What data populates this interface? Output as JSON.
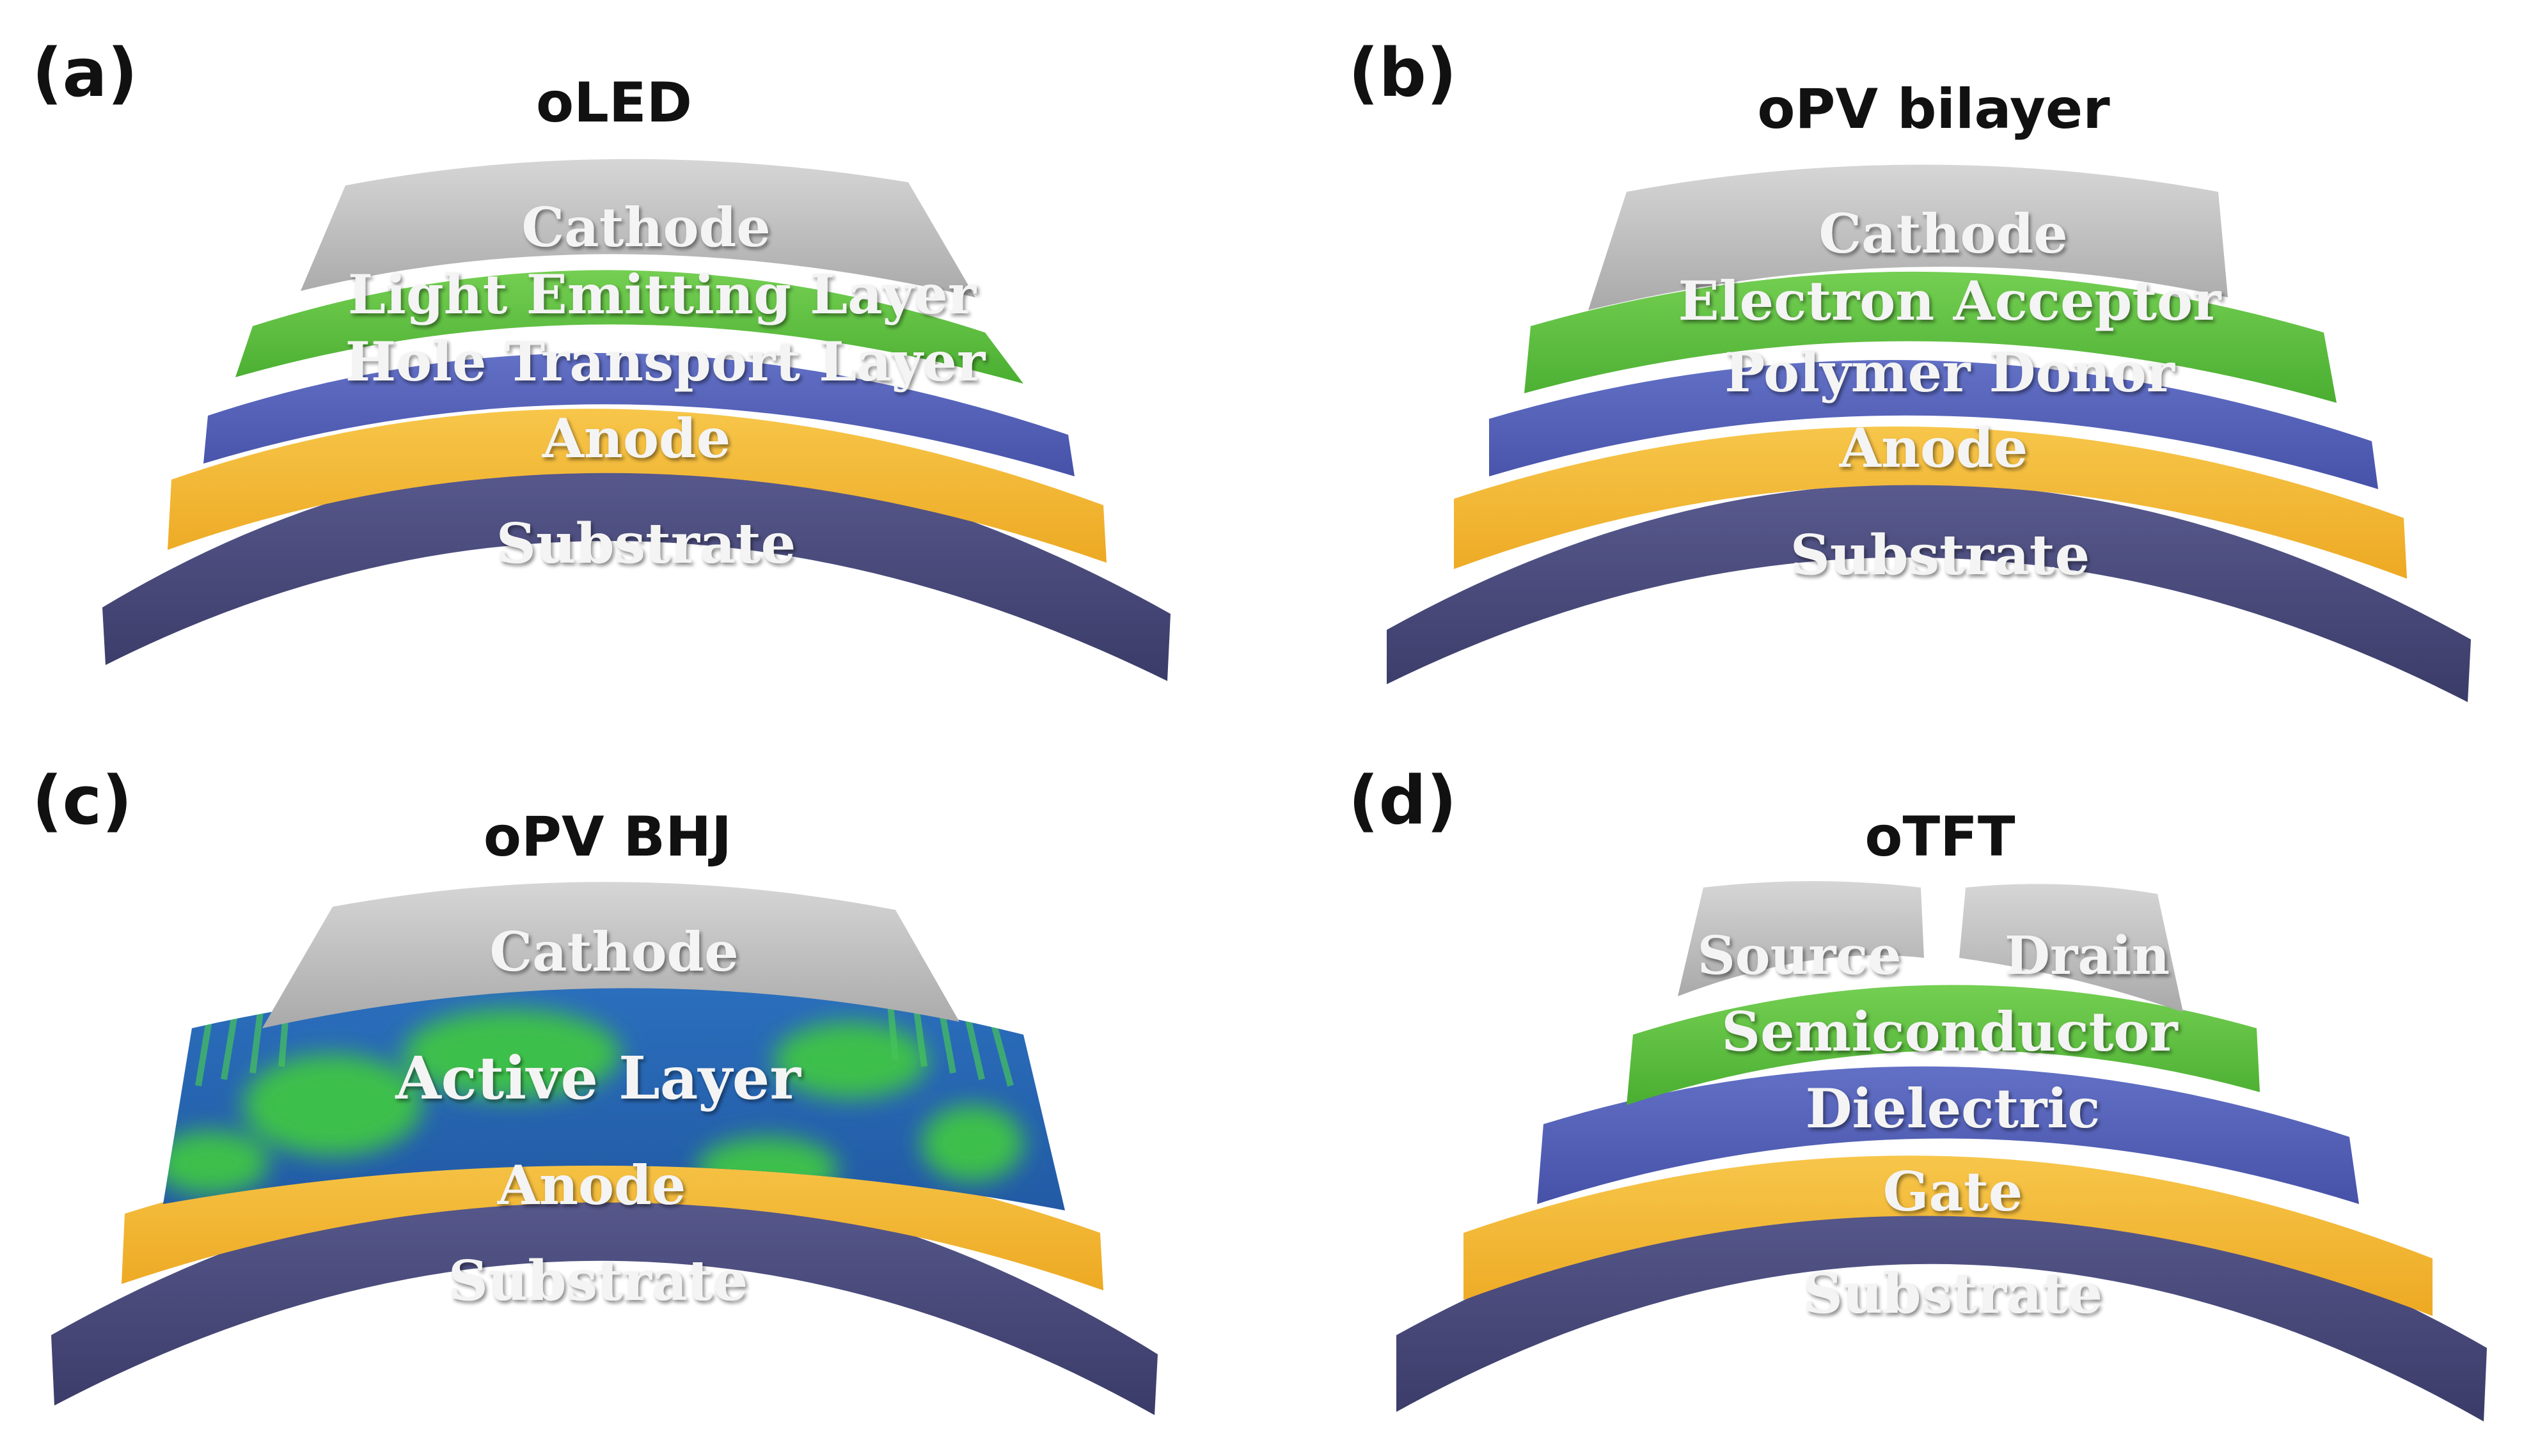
{
  "colors": {
    "substrate": "#47487a",
    "anode": "#f3b62f",
    "hole_transport": "#5260b8",
    "emitting": "#5cbf3c",
    "cathode": "#c2c2c2",
    "active_layer_base": "#2a66b4",
    "active_layer_blob": "#3fbf4f",
    "dielectric": "#5a60c4",
    "label_text": "#f4f4f4"
  },
  "panels": {
    "a": {
      "letter": "(a)",
      "title": "oLED",
      "layers": {
        "cathode": "Cathode",
        "emitting": "Light Emitting Layer",
        "hole_transport": "Hole Transport Layer",
        "anode": "Anode",
        "substrate": "Substrate"
      }
    },
    "b": {
      "letter": "(b)",
      "title": "oPV bilayer",
      "layers": {
        "cathode": "Cathode",
        "acceptor": "Electron Acceptor",
        "donor": "Polymer Donor",
        "anode": "Anode",
        "substrate": "Substrate"
      }
    },
    "c": {
      "letter": "(c)",
      "title": "oPV BHJ",
      "layers": {
        "cathode": "Cathode",
        "active": "Active Layer",
        "anode": "Anode",
        "substrate": "Substrate"
      }
    },
    "d": {
      "letter": "(d)",
      "title": "oTFT",
      "layers": {
        "source": "Source",
        "drain": "Drain",
        "semiconductor": "Semiconductor",
        "dielectric": "Dielectric",
        "gate": "Gate",
        "substrate": "Substrate"
      }
    }
  }
}
